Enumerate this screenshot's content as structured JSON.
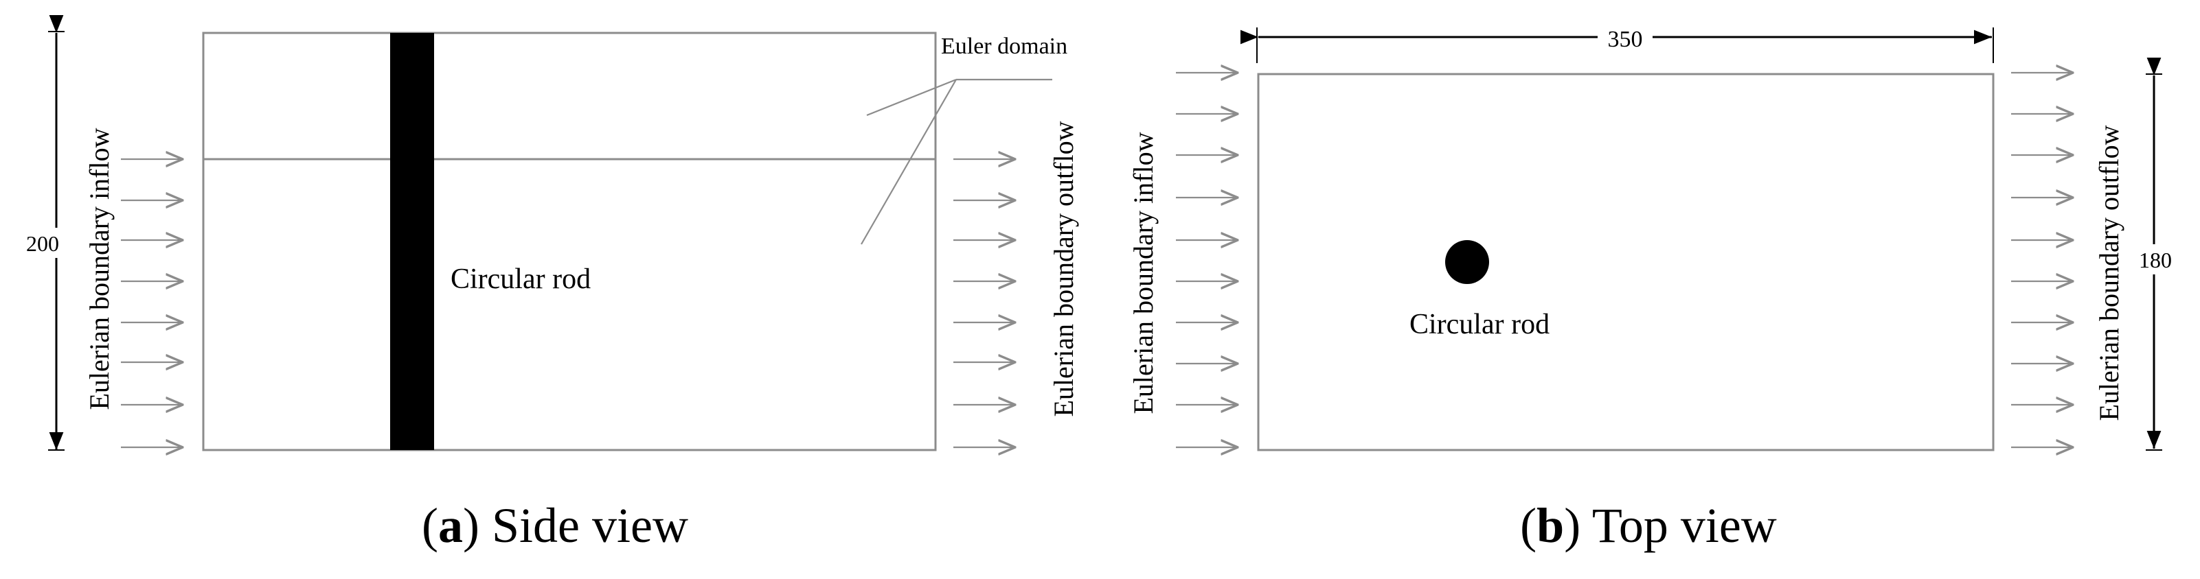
{
  "side_view": {
    "dimension_label": "200",
    "domain_label": "Euler domain",
    "rod_label": "Circular rod",
    "inflow_label": "Eulerian boundary inflow",
    "outflow_label": "Eulerian boundary outflow",
    "caption_letter": "a",
    "caption_text": "Side view"
  },
  "top_view": {
    "width_label": "350",
    "height_label": "180",
    "rod_label": "Circular rod",
    "inflow_label": "Eulerian boundary inflow",
    "outflow_label": "Eulerian boundary outflow",
    "caption_letter": "b",
    "caption_text": "Top view"
  },
  "colors": {
    "rod": "#000000",
    "domain_outline": "#8c8c8c",
    "arrow": "#8c8c8c",
    "dimension": "#000000",
    "text": "#000000"
  }
}
